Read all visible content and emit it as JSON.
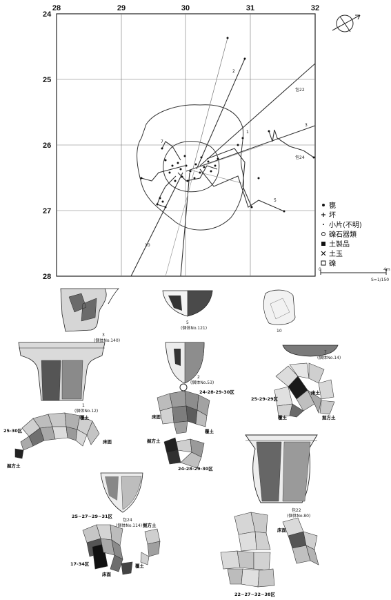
{
  "map": {
    "x_ticks": [
      "28",
      "29",
      "30",
      "31",
      "32"
    ],
    "y_ticks": [
      "24",
      "25",
      "26",
      "27",
      "28"
    ],
    "line_labels": [
      "1",
      "2",
      "3",
      "5",
      "7",
      "10"
    ],
    "pit_labels": [
      "包22",
      "包24"
    ],
    "scale_left": "0",
    "scale_right": "4m",
    "scale_ratio": "S=1/150"
  },
  "legend": {
    "items": [
      "甕",
      "坏",
      "小片(不明)",
      "礫石器類",
      "土製品",
      "土玉",
      "礫"
    ]
  },
  "artifacts": {
    "a3": {
      "num": "3",
      "ref": "(個体No.140)"
    },
    "a5": {
      "num": "5",
      "ref": "(個体No.121)"
    },
    "a10": {
      "num": "10"
    },
    "a1": {
      "num": "1",
      "ref": "(個体No.12)"
    },
    "a2": {
      "num": "2",
      "ref": "(個体No.53)"
    },
    "a7": {
      "num": "7",
      "ref": "(個体No.14)"
    },
    "a24": {
      "num": "包24",
      "ref": "(個体No.114)"
    },
    "a22": {
      "num": "包22",
      "ref": "(個体No.80)"
    }
  },
  "sherd_labels": {
    "s25_29": "25-29-29区",
    "s_yuka": "床土",
    "s_fuku_a": "覆土",
    "s_horikata_a": "掘方土",
    "s24_30_top": "24-28-29-30区",
    "s_yuka_2": "床面",
    "s_fuku_b": "覆土",
    "s_horikata_b": "掘方土",
    "s24_30_bottom": "24-28-29-30区",
    "s25_30": "25-30区",
    "s_fuku_c": "覆土",
    "s_yuka_3": "床面",
    "s_horikata_c": "掘方土",
    "s25_31": "25~27~29~31区",
    "s_horikata_d": "掘方土",
    "s17_34": "17-34区",
    "s_yuka_4": "床面",
    "s_fuku_d": "覆土",
    "s_yuka_5": "床面",
    "s22_38": "22~27~32~38区"
  }
}
